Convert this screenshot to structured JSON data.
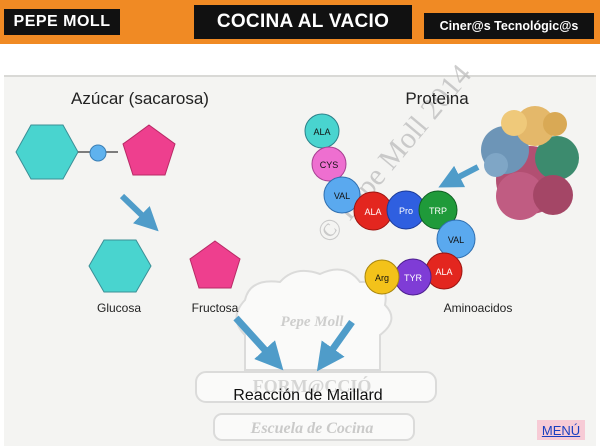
{
  "header": {
    "left_badge": "PEPE MOLL",
    "title": "COCINA AL VACIO",
    "right_badge": "Ciner@s Tecnológic@s"
  },
  "diagram": {
    "sugar_title": "Azúcar (sacarosa)",
    "protein_title": "Proteina",
    "glucose_label": "Glucosa",
    "fructose_label": "Fructosa",
    "amino_label": "Aminoacidos",
    "reaction_label": "Reacción de Maillard",
    "watermark": "© Pepe Moll 2014",
    "logo_top": "Pepe Moll",
    "logo_mid": "FORM@CCIÓ",
    "logo_bottom": "Escuela de Cocina",
    "amino_acids": [
      {
        "label": "ALA",
        "color": "#49d4cf"
      },
      {
        "label": "CYS",
        "color": "#ee6fd0"
      },
      {
        "label": "VAL",
        "color": "#5aa9ef"
      },
      {
        "label": "ALA",
        "color": "#e3261f"
      },
      {
        "label": "Pro",
        "color": "#2f5fe0"
      },
      {
        "label": "TRP",
        "color": "#1f9a3a"
      },
      {
        "label": "VAL",
        "color": "#5aa9ef"
      },
      {
        "label": "ALA",
        "color": "#e3261f"
      },
      {
        "label": "TYR",
        "color": "#7f3cd6"
      },
      {
        "label": "Arg",
        "color": "#f3c21a"
      }
    ]
  },
  "colors": {
    "banner": "#f08a24",
    "glucose": "#49d4cf",
    "fructose": "#ee3f8e",
    "arrow": "#4f9cc9"
  },
  "menu": {
    "label": "MENÚ"
  }
}
